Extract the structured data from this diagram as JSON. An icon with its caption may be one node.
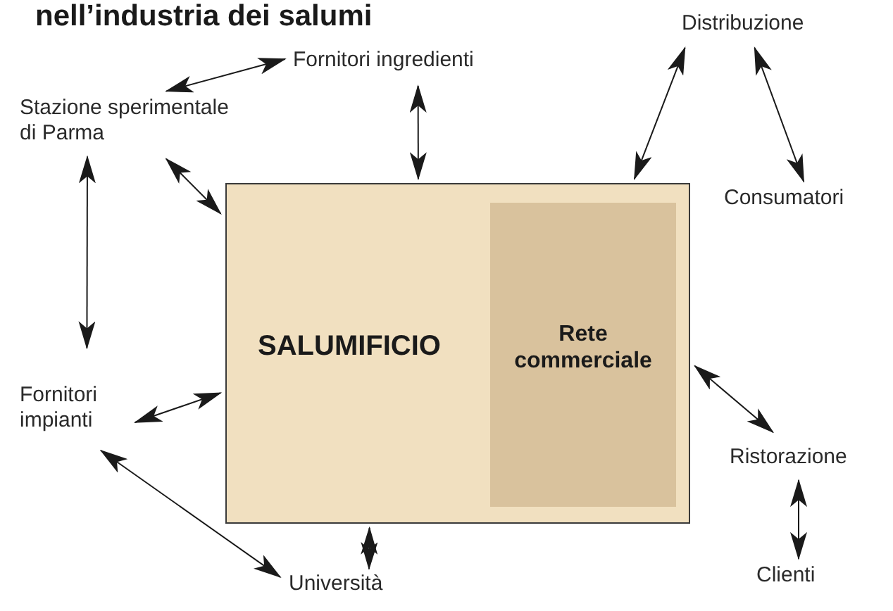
{
  "diagram": {
    "title": "nell’industria dei salumi",
    "nodes": [
      {
        "text": [
          "Stazione sperimentale di Parma"
        ]
      },
      {
        "text": [
          "Fornitori ingredienti"
        ]
      },
      {
        "text": [
          "Distribuzione"
        ]
      },
      {
        "text": [
          "Consumatori"
        ]
      },
      {
        "text": [
          "SALUMIFICIO"
        ]
      },
      {
        "text": [
          "Rete commerciale"
        ],
        "in": 4
      },
      {
        "text": [
          "Fornitori impianti"
        ]
      },
      {
        "text": [
          "Ristorazione"
        ]
      },
      {
        "text": [
          "Clienti"
        ]
      },
      {
        "text": [
          "Università"
        ]
      }
    ],
    "edges": [
      {
        "from": 0,
        "to": 1,
        "arrow": "both"
      },
      {
        "from": 1,
        "to": 4,
        "arrow": "both"
      },
      {
        "from": 2,
        "to": 4,
        "arrow": "both"
      },
      {
        "from": 2,
        "to": 3,
        "arrow": "both"
      },
      {
        "from": 0,
        "to": 4,
        "arrow": "both"
      },
      {
        "from": 0,
        "to": 6,
        "arrow": "both"
      },
      {
        "from": 6,
        "to": 4,
        "arrow": "both"
      },
      {
        "from": 6,
        "to": 9,
        "arrow": "both"
      },
      {
        "from": 9,
        "to": 4,
        "arrow": "both"
      },
      {
        "from": 4,
        "to": 7,
        "arrow": "both"
      },
      {
        "from": 7,
        "to": 8,
        "arrow": "both"
      }
    ]
  }
}
